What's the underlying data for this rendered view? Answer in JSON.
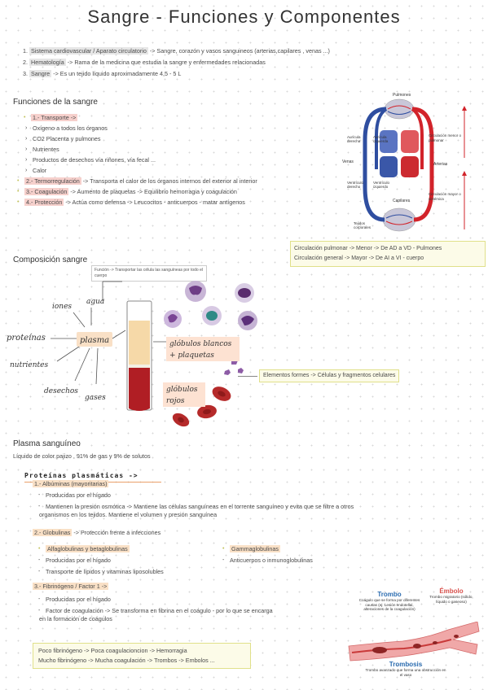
{
  "title": "Sangre - Funciones y Componentes",
  "intro": [
    {
      "num": "1.",
      "label": "Sistema cardiovascular / Aparato circulatorio",
      "text": "-> Sangre, corazón y vasos sanguineos (arterias,capilares , venas ...)"
    },
    {
      "num": "2.",
      "label": "Hematología",
      "text": "-> Rama de la medicina que estudia la sangre y enfermedades relacionadas"
    },
    {
      "num": "3.",
      "label": "Sangre",
      "text": "-> Es un tejido líquido aproximadamente 4,5 - 5 L"
    }
  ],
  "funciones": {
    "heading": "Funciones de la sangre",
    "transporte_label": "1.- Transporte ->",
    "transporte_items": [
      "Oxígeno a todos los órganos",
      "CO2 Placenta y pulmones",
      "Nutrientes",
      "Productos de desechos vía riñones, vía fecal ...",
      "Calor"
    ],
    "items": [
      {
        "label": "2.- Termorregulación",
        "text": "-> Transporta el calor de los órganos internos del exterior al interior"
      },
      {
        "label": "3.- Coagulación",
        "text": "-> Aumento de plaquetas -> Equilibrio hemorragia y coagulación"
      },
      {
        "label": "4.- Protección",
        "text": "-> Actúa como defensa -> Leucocitos - anticuerpos - matar antígenos"
      }
    ]
  },
  "heart_diagram": {
    "pulmones": "Pulmones",
    "auricula_der": "Aurícula derecha",
    "auricula_izq": "Aurícula izquierda",
    "venas": "Venas",
    "arterias": "Arterias",
    "ventriculo_der": "Ventrículo derecho",
    "ventriculo_izq": "Ventrículo izquierdo",
    "capilares": "Capilares",
    "tejidos": "Tejidos corporales",
    "circ_menor": "Circulación menor o pulmonar",
    "circ_mayor": "Circulación mayor o sistémica",
    "colors": {
      "red": "#d2232a",
      "blue": "#2f4ea0"
    }
  },
  "circulacion_box": {
    "line1": "Circulación pulmonar -> Menor -> De AD a VD - Pulmones",
    "line2": "Circulación general -> Mayor -> De AI a VI - cuerpo"
  },
  "composicion": {
    "heading": "Composición sangre",
    "plasma_note": "Función -> Transportar las célula las sanguíneas por todo el cuerpo",
    "plasma": "plasma",
    "surrounding": {
      "iones": "iones",
      "agua": "agua",
      "proteinas": "proteínas",
      "nutrientes": "nutrientes",
      "desechos": "desechos",
      "gases": "gases"
    },
    "globulos_blancos": "glóbulos blancos + plaquetas",
    "globulos_rojos": "glóbulos rojos",
    "elementos_formes": "Elementos formes -> Células y fragmentos celulares"
  },
  "plasma_section": {
    "heading": "Plasma sanguíneo",
    "desc": "Líquido de color pajizo , 91% de gas y 9% de solutos",
    "proteinas_heading": "Proteínas plasmáticas ->",
    "albuminas_label": "1.- Albúminas (mayoritarias)",
    "albuminas_items": [
      "Producidas por el hígado",
      "Mantienen la presión osmótica -> Mantiene las células sanguíneas en el torrente sanguíneo y evita que se filtre a otros"
    ],
    "albuminas_cont": "organismos en los tejidos. Mantiene el volumen y presión sanguínea",
    "globulinas_label": "2.- Globulinas",
    "globulinas_text": "-> Protección frente a infecciones",
    "alfa_label": "Alfaglobulinas y betaglobulinas",
    "alfa_items": [
      "Producidas por el hígado",
      "Transporte de lípidos y vitaminas liposolubles"
    ],
    "gamma_label": "Gammaglobulinas",
    "gamma_items": [
      "Anticuerpos o inmunoglobulinas"
    ],
    "fibrinogeno_label": "3.- Fibrinógeno / Factor 1 ->",
    "fibrinogeno_items": [
      "Producidas por el hígado",
      "Factor de coagulación -> Se transforma en fibrina en el coágulo - por lo que se encarga"
    ],
    "fibrinogeno_cont": "en la formación de coágulos",
    "box_line1": "Poco fibrinógeno -> Poca coagulacioncion -> Hemorragia",
    "box_line2": "Mucho fibrinógeno -> Mucha coagulación -> Trombos -> Embolos ..."
  },
  "trombo_diagram": {
    "trombo_title": "Trombo",
    "trombo_desc": "Coágulo que se forma por diferentes causas (ej: Lesión endotelial, alteraciones de la coagulación)",
    "embolo_title": "Émbolo",
    "embolo_desc": "Trombo migratorio (sólido, líquido o gaseoso)",
    "trombosis_title": "Trombosis",
    "trombosis_desc": "Trombo avanzado que forma una obstrucción en el vaso",
    "colors": {
      "title_blue": "#2b6cb0",
      "embolo_red": "#d9534f"
    }
  }
}
